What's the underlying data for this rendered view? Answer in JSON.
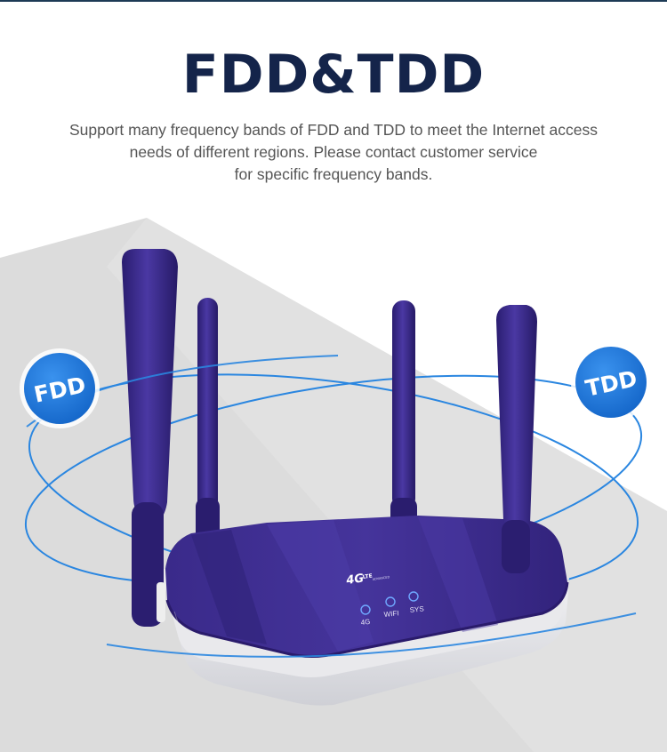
{
  "heading": "FDD&TDD",
  "description": {
    "line1": "Support many frequency bands of FDD and TDD to meet the Internet access",
    "line2": "needs of different regions. Please contact customer service",
    "line3": "for specific frequency bands."
  },
  "badges": {
    "left": "FDD",
    "right": "TDD"
  },
  "router": {
    "logo_main": "4G",
    "logo_sup": "LTE",
    "logo_sub": "ADVANCED",
    "leds": [
      "4G",
      "WIFI",
      "SYS"
    ]
  },
  "colors": {
    "heading": "#14244a",
    "body_text": "#555555",
    "badge_blue": "#1a73d9",
    "orbit_blue": "#2a86e0",
    "router_purple": "#3c2a8c",
    "background_grey": "#dcdcdc"
  }
}
